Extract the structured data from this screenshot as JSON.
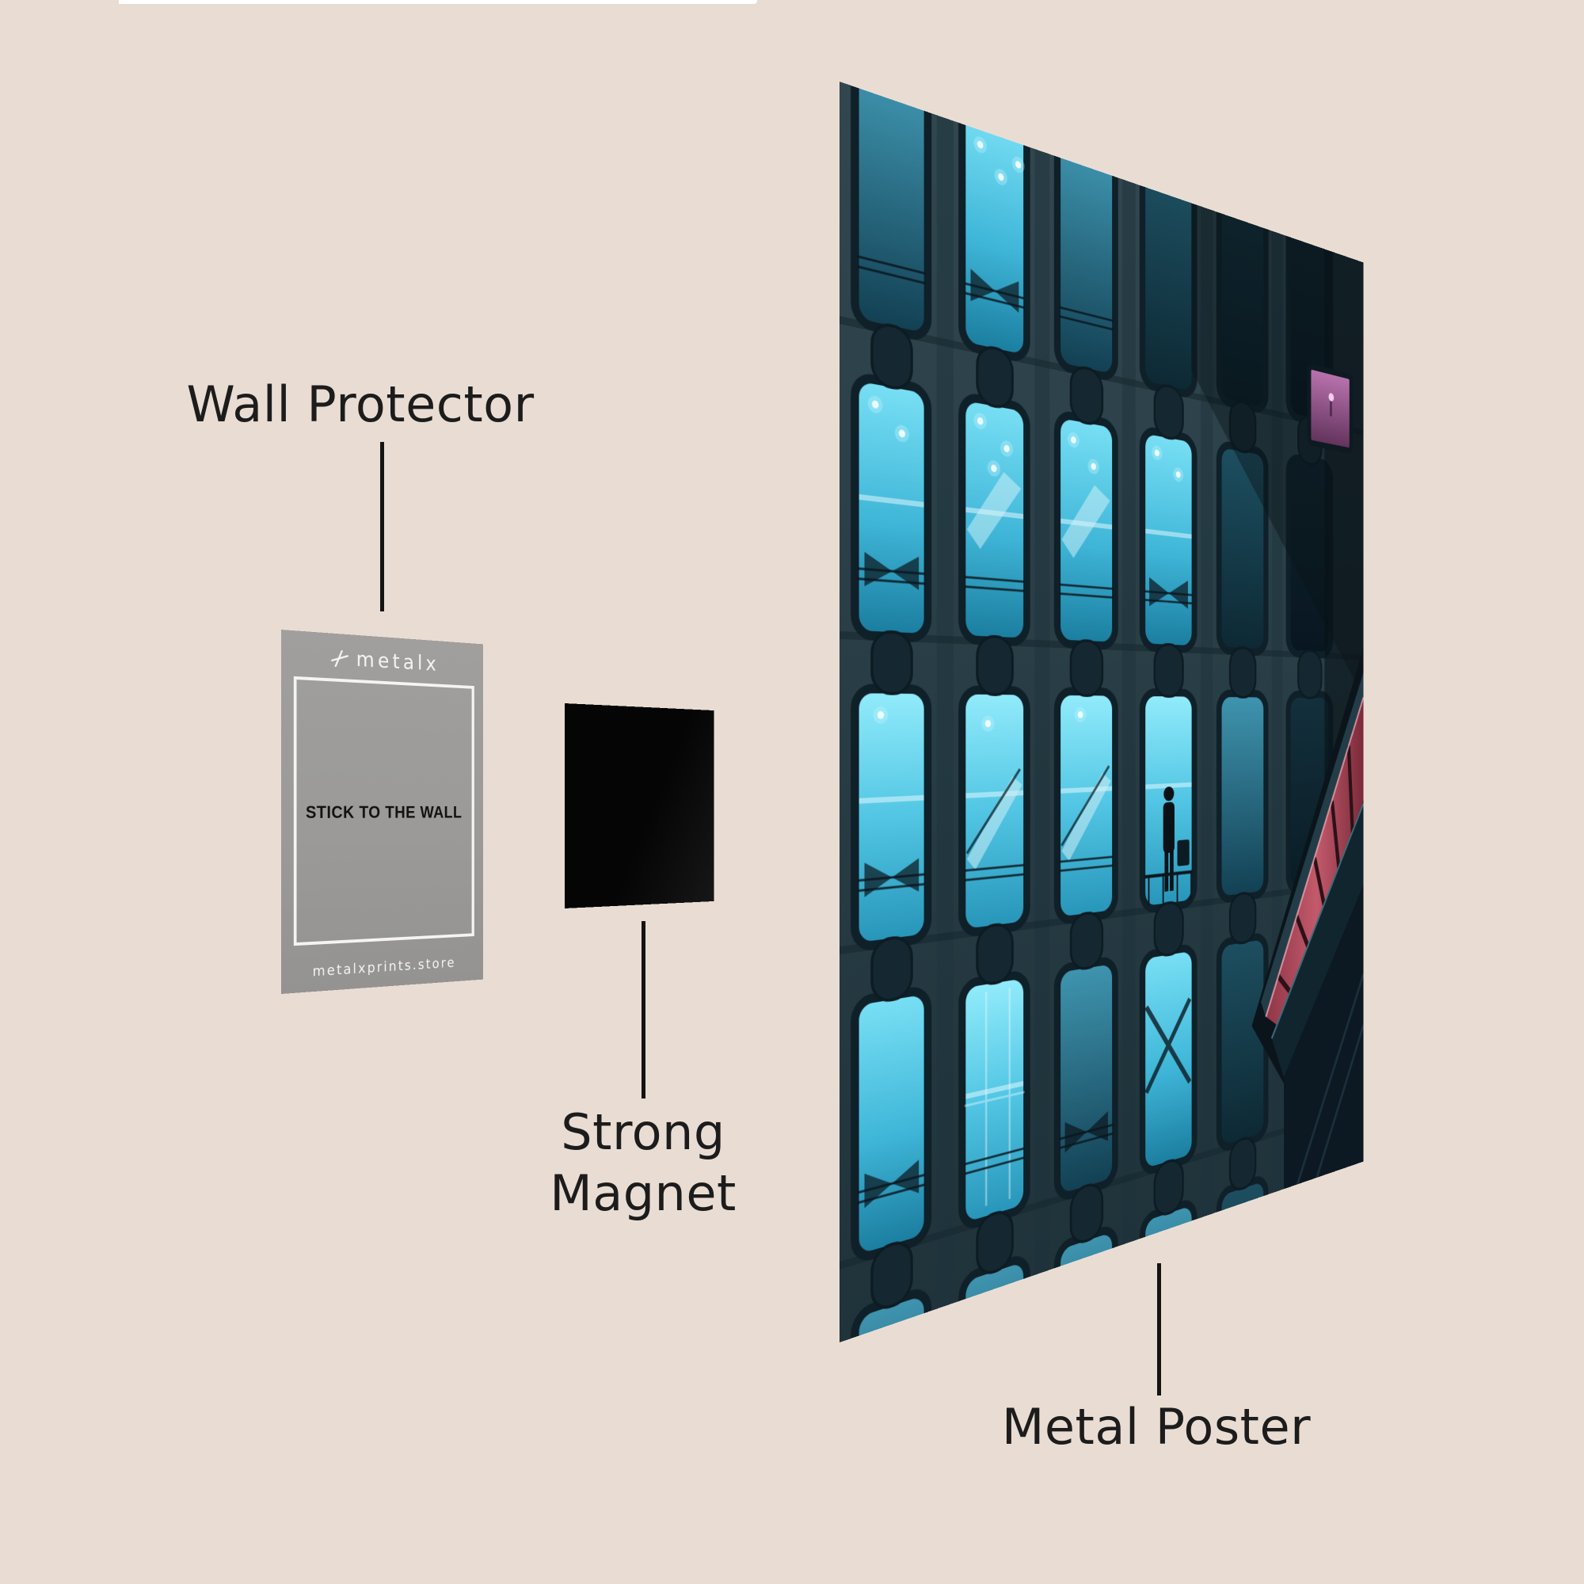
{
  "scene": {
    "background_color": "#e9ddd3",
    "top_strip_color": "#ffffff",
    "annotation_text_color": "#1c1c1c",
    "connector_line_color": "#141414"
  },
  "annotations": {
    "wall_protector": {
      "label": "Wall Protector"
    },
    "strong_magnet": {
      "line1": "Strong",
      "line2": "Magnet"
    },
    "metal_poster": {
      "label": "Metal Poster"
    }
  },
  "wall_protector_card": {
    "brand": "metalx",
    "brand_icon": "metalx-logo-icon",
    "message": "STICK TO THE WALL",
    "website": "metalxprints.store",
    "card_color": "#9b9a98",
    "border_color": "#f6f4f1",
    "message_color": "#121212",
    "light_text_color": "#f6f4f1"
  },
  "magnet": {
    "color": "#0a0a0a"
  },
  "poster": {
    "subject": "night building facade with rows of rounded glowing cyan windows, escalators, a lone person silhouette, and a red-lit gallery on the right",
    "palette": {
      "glow_cyan": "#79e0f5",
      "bright_teal": "#3fb6d8",
      "deep_teal": "#1a7c9e",
      "concrete": "#31464f",
      "dark_blue": "#0a1c25",
      "red_gallery": "#c25a6b",
      "magenta_window": "#bb74b0"
    }
  }
}
